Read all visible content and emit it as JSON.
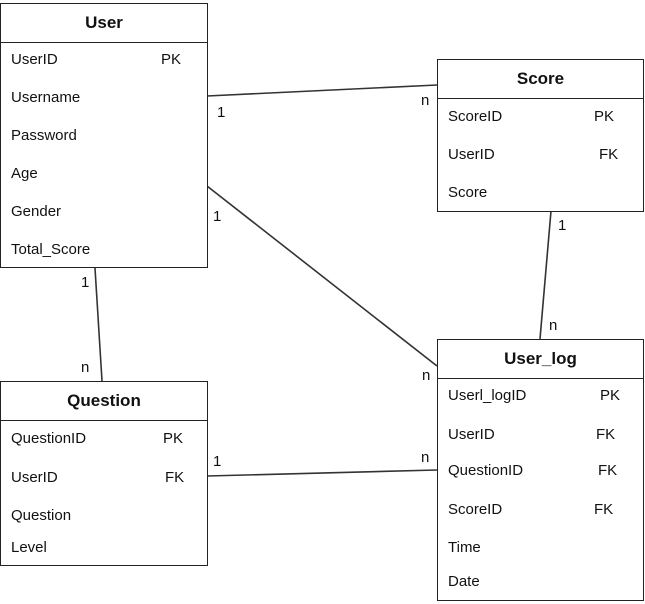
{
  "entities": {
    "user": {
      "title": "User",
      "fields": [
        "UserID",
        "Username",
        "Password",
        "Age",
        "Gender",
        "Total_Score"
      ],
      "keys": [
        "PK"
      ]
    },
    "score": {
      "title": "Score",
      "fields": [
        "ScoreID",
        "UserID",
        "Score"
      ],
      "keys": [
        "PK",
        "FK"
      ]
    },
    "question": {
      "title": "Question",
      "fields": [
        "QuestionID",
        "UserID",
        "Question",
        "Level"
      ],
      "keys": [
        "PK",
        "FK"
      ]
    },
    "user_log": {
      "title": "User_log",
      "fields": [
        "Userl_logID",
        "UserID",
        "QuestionID",
        "ScoreID",
        "Time",
        "Date"
      ],
      "keys": [
        "PK",
        "FK",
        "FK",
        "FK"
      ]
    }
  },
  "relationships": [
    {
      "from": "User",
      "to": "Score",
      "from_card": "1",
      "to_card": "n"
    },
    {
      "from": "User",
      "to": "User_log",
      "from_card": "1",
      "to_card": "n"
    },
    {
      "from": "User",
      "to": "Question",
      "from_card": "1",
      "to_card": "n"
    },
    {
      "from": "Score",
      "to": "User_log",
      "from_card": "1",
      "to_card": "n"
    },
    {
      "from": "Question",
      "to": "User_log",
      "from_card": "1",
      "to_card": "n"
    }
  ]
}
